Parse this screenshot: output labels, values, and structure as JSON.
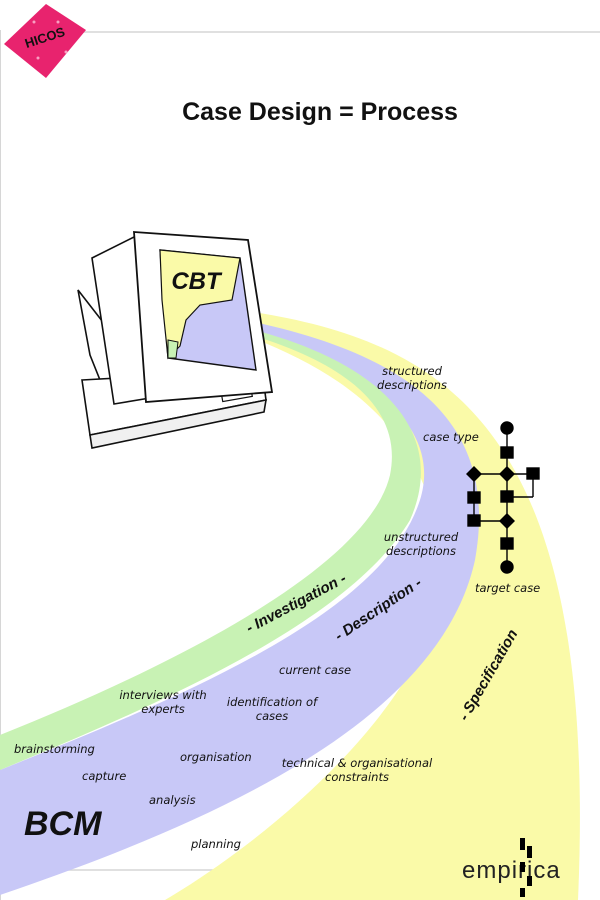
{
  "title": "Case Design = Process",
  "logos": {
    "top_left": "HICOS",
    "bottom_right": "empirica"
  },
  "computer_screen_label": "CBT",
  "phases": {
    "investigation": "- Investigation -",
    "description": "- Description -",
    "specification": "- Specification"
  },
  "end_labels": {
    "start": "BCM",
    "target": "target case"
  },
  "investigation_items": {
    "brainstorming": "brainstorming",
    "interviews_line1": "interviews with",
    "interviews_line2": "experts"
  },
  "description_items": {
    "capture": "capture",
    "analysis": "analysis",
    "planning": "planning",
    "organisation": "organisation",
    "identification_line1": "identification of",
    "identification_line2": "cases",
    "current_case": "current case",
    "unstructured_line1": "unstructured",
    "unstructured_line2": "descriptions",
    "structured_line1": "structured",
    "structured_line2": "descriptions"
  },
  "specification_items": {
    "constraints_line1": "technical & organisational",
    "constraints_line2": "constraints",
    "case_type": "case type"
  },
  "colors": {
    "investigation_band": "#c8f2b4",
    "description_band": "#c8c8f7",
    "specification_band": "#fafaa8",
    "logo_magenta": "#e8236e",
    "node_black": "#000000"
  }
}
